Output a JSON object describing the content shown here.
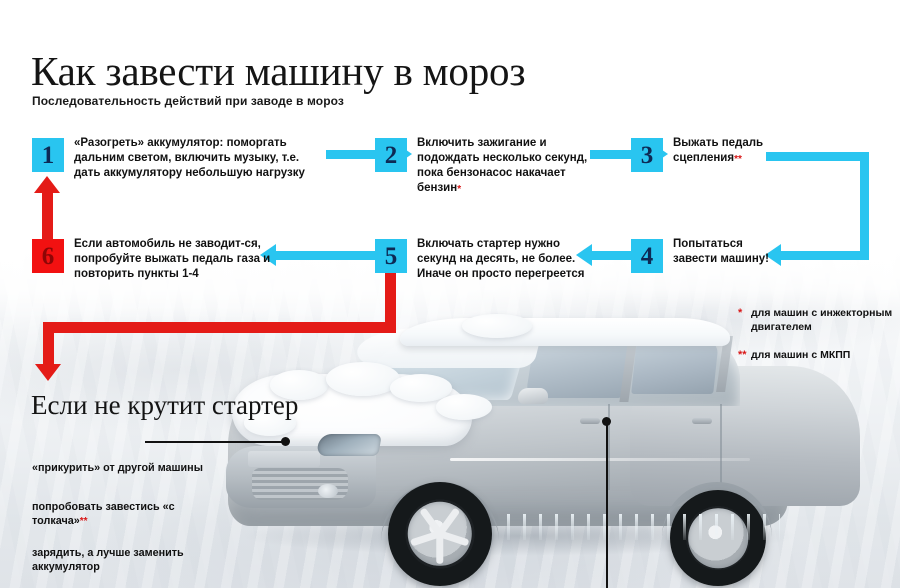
{
  "page": {
    "title": "Как завести машину в мороз",
    "subtitle": "Последовательность действий при заводе в мороз"
  },
  "steps": [
    {
      "number": "1",
      "color": "#29c5f0",
      "text": "«Разогреть» аккумулятор: поморгать дальним светом, включить музыку, т.е. дать аккумулятору небольшую нагрузку",
      "footnote": ""
    },
    {
      "number": "2",
      "color": "#29c5f0",
      "text": "Включить зажигание и подождать несколько секунд, пока бензонасос накачает бензин",
      "footnote": "*"
    },
    {
      "number": "3",
      "color": "#29c5f0",
      "text": "Выжать педаль сцепления",
      "footnote": "**"
    },
    {
      "number": "4",
      "color": "#29c5f0",
      "text": "Попытаться завести машину!",
      "footnote": ""
    },
    {
      "number": "5",
      "color": "#29c5f0",
      "text": "Включать стартер нужно секунд на десять, не более. Иначе он просто перегреется",
      "footnote": ""
    },
    {
      "number": "6",
      "color": "#f21111",
      "text": "Если автомобиль не заводит-ся, попробуйте выжать педаль газа и повторить пункты 1-4",
      "footnote": ""
    }
  ],
  "footnotes": [
    {
      "mark": "*",
      "text": "для машин с инжекторным двигателем"
    },
    {
      "mark": "**",
      "text": "для машин с МКПП"
    }
  ],
  "starter_section": {
    "heading": "Если не крутит стартер",
    "tips": [
      "«прикурить» от другой машины",
      "попробовать завестись «с толкача»",
      "зарядить, а лучше заменить аккумулятор"
    ],
    "tip2_footnote": "**"
  },
  "colors": {
    "accent_cyan": "#29c5f0",
    "accent_red": "#e41b17",
    "badge_red": "#f21111",
    "footnote_red": "#d81616",
    "text": "#111111",
    "background": "#ffffff"
  }
}
